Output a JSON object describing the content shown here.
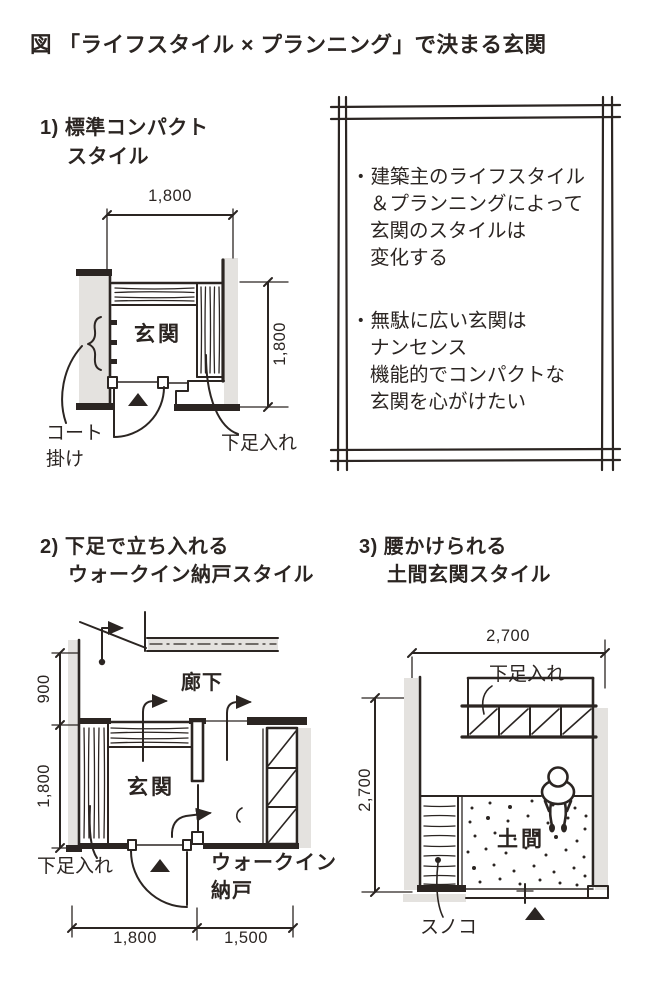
{
  "title": "図 「ライフスタイル × プランニング」で決まる玄関",
  "colors": {
    "line": "#2b2522",
    "wall": "#e4e2df",
    "paper": "#ffffff"
  },
  "note_box": {
    "bullet1": [
      "・建築主のライフスタイル",
      "＆プランニングによって",
      "玄関のスタイルは",
      "変化する"
    ],
    "bullet2": [
      "・無駄に広い玄関は",
      "ナンセンス",
      "機能的でコンパクトな",
      "玄関を心がけたい"
    ]
  },
  "plan1": {
    "heading_line1": "1) 標準コンパクト",
    "heading_line2": "スタイル",
    "dim_width": "1,800",
    "dim_height": "1,800",
    "room": "玄関",
    "coat_label_line1": "コート",
    "coat_label_line2": "掛け",
    "shoe_label": "下足入れ"
  },
  "plan2": {
    "heading_line1": "2) 下足で立ち入れる",
    "heading_line2": "ウォークイン納戸スタイル",
    "corridor": "廊下",
    "room": "玄関",
    "shoe_label": "下足入れ",
    "closet_line1": "ウォークイン",
    "closet_line2": "納戸",
    "dim_left_top": "900",
    "dim_left_bottom": "1,800",
    "dim_bottom_left": "1,800",
    "dim_bottom_right": "1,500"
  },
  "plan3": {
    "heading_line1": "3) 腰かけられる",
    "heading_line2": "土間玄関スタイル",
    "dim_top": "2,700",
    "dim_left": "2,700",
    "shoe_label": "下足入れ",
    "room": "土間",
    "sunoko_label": "スノコ"
  }
}
